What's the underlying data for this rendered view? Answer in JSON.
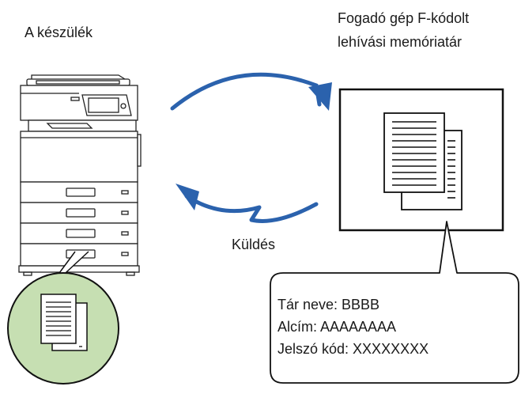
{
  "labels": {
    "device": "A készülék",
    "receiver_line1": "Fogadó gép F-kódolt",
    "receiver_line2": "lehívási memóriatár",
    "send": "Küldés"
  },
  "info_box": {
    "box_name": "Tár neve: BBBB",
    "sub_address": "Alcím: AAAAAAAA",
    "password": "Jelszó kód: XXXXXXXX"
  },
  "colors": {
    "arrow": "#2b62ad",
    "circle_fill": "#c6dfb2",
    "circle_stroke": "#111111",
    "line": "#111111"
  }
}
